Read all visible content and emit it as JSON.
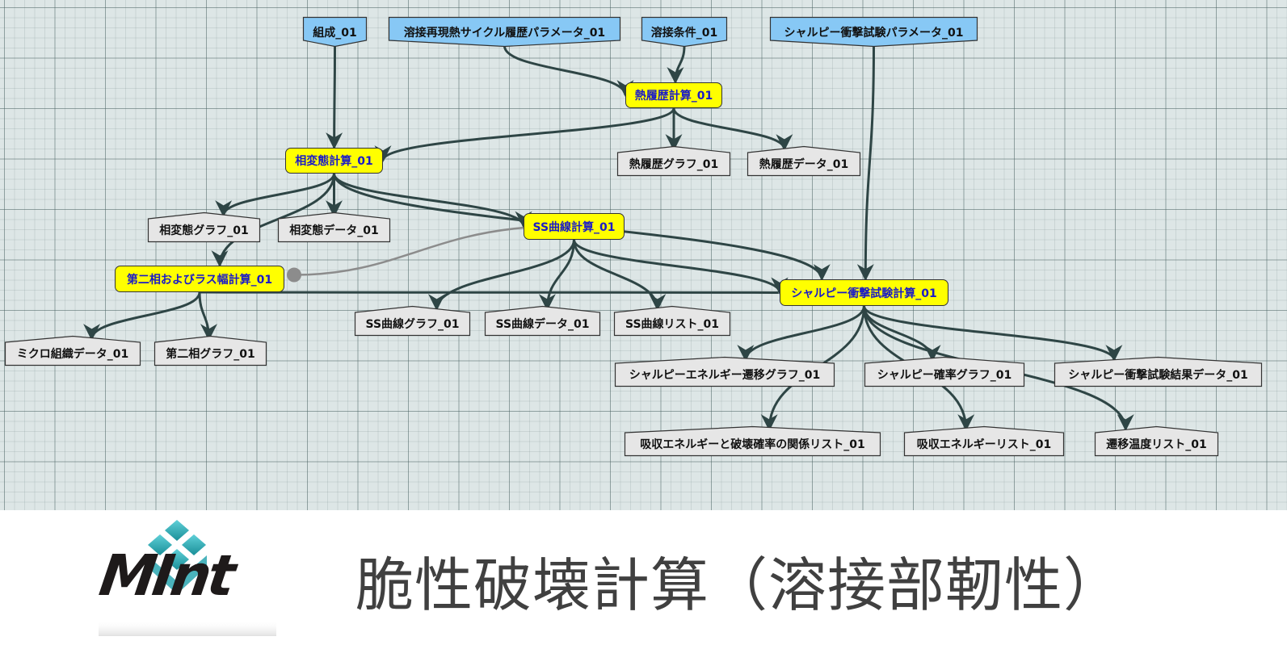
{
  "title": "脆性破壊計算（溶接部靭性）",
  "logo_text": "MInt",
  "colors": {
    "process_fill": "#ffff00",
    "process_text": "#1a1ac8",
    "input_fill": "#87c8f5",
    "output_fill": "#e6e6e6",
    "edge": "#2e4545",
    "disabled_edge": "#8c8c8c",
    "grid_bg": "#dde6e6"
  },
  "nodes": {
    "comp": "組成_01",
    "weld_param": "溶接再現熱サイクル履歴パラメータ_01",
    "weld_cond": "溶接条件_01",
    "charpy_param": "シャルピー衝撃試験パラメータ_01",
    "heat_calc": "熱履歴計算_01",
    "heat_graph": "熱履歴グラフ_01",
    "heat_data": "熱履歴データ_01",
    "phase_calc": "相変態計算_01",
    "phase_graph": "相変態グラフ_01",
    "phase_data": "相変態データ_01",
    "ss_calc": "SS曲線計算_01",
    "second_calc": "第二相およびラス幅計算_01",
    "micro_data": "ミクロ組織データ_01",
    "second_graph": "第二相グラフ_01",
    "ss_graph": "SS曲線グラフ_01",
    "ss_data": "SS曲線データ_01",
    "ss_list": "SS曲線リスト_01",
    "charpy_calc": "シャルピー衝撃試験計算_01",
    "charpy_energy_graph": "シャルピーエネルギー遷移グラフ_01",
    "charpy_prob_graph": "シャルピー確率グラフ_01",
    "charpy_result": "シャルピー衝撃試験結果データ_01",
    "abs_prob_list": "吸収エネルギーと破壊確率の関係リスト_01",
    "abs_list": "吸収エネルギーリスト_01",
    "trans_list": "遷移温度リスト_01"
  },
  "edges": [
    [
      "comp",
      "phase_calc"
    ],
    [
      "weld_param",
      "heat_calc"
    ],
    [
      "weld_cond",
      "heat_calc"
    ],
    [
      "heat_calc",
      "phase_calc"
    ],
    [
      "heat_calc",
      "heat_graph"
    ],
    [
      "heat_calc",
      "heat_data"
    ],
    [
      "phase_calc",
      "phase_graph"
    ],
    [
      "phase_calc",
      "phase_data"
    ],
    [
      "phase_calc",
      "second_calc"
    ],
    [
      "phase_calc",
      "ss_calc"
    ],
    [
      "phase_calc",
      "charpy_calc"
    ],
    [
      "charpy_param",
      "charpy_calc"
    ],
    [
      "ss_calc",
      "ss_graph"
    ],
    [
      "ss_calc",
      "ss_data"
    ],
    [
      "ss_calc",
      "ss_list"
    ],
    [
      "ss_calc",
      "charpy_calc"
    ],
    [
      "ss_calc",
      "second_calc",
      "disabled"
    ],
    [
      "second_calc",
      "charpy_calc"
    ],
    [
      "second_calc",
      "micro_data"
    ],
    [
      "second_calc",
      "second_graph"
    ],
    [
      "charpy_calc",
      "charpy_energy_graph"
    ],
    [
      "charpy_calc",
      "charpy_prob_graph"
    ],
    [
      "charpy_calc",
      "charpy_result"
    ],
    [
      "charpy_calc",
      "abs_prob_list"
    ],
    [
      "charpy_calc",
      "abs_list"
    ],
    [
      "charpy_calc",
      "trans_list"
    ]
  ]
}
